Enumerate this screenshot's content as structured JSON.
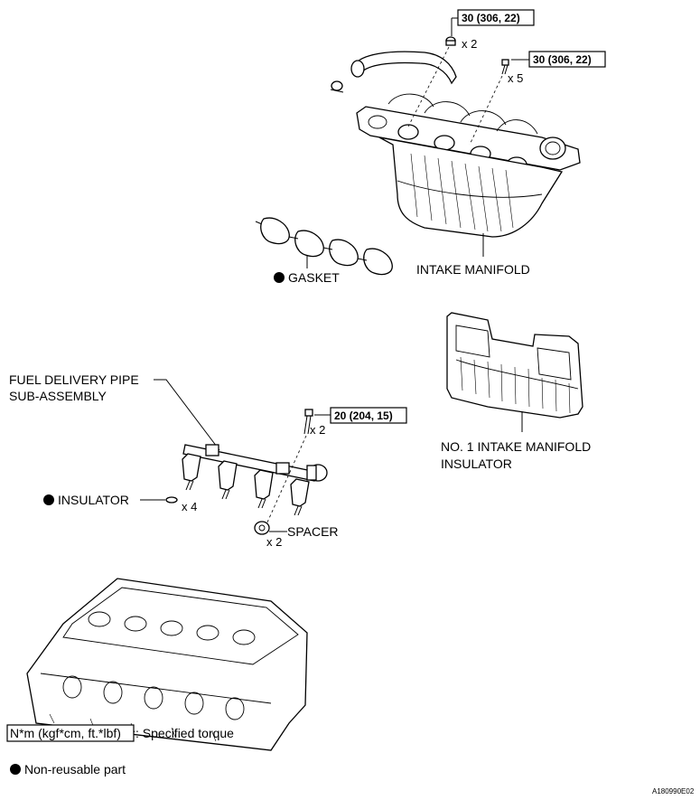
{
  "torque_labels": {
    "manifold_nut": "30 (306, 22)",
    "manifold_bolt": "30 (306, 22)",
    "delivery_pipe_bolt": "20 (204, 15)"
  },
  "quantities": {
    "nut": "x 2",
    "bolt": "x 5",
    "pipe_bolt": "x 2",
    "insulator": "x 4",
    "spacer": "x 2"
  },
  "part_labels": {
    "gasket": "GASKET",
    "intake_manifold": "INTAKE MANIFOLD",
    "insulator_line1": "NO. 1 INTAKE MANIFOLD",
    "insulator_line2": "INSULATOR",
    "fuel_pipe_line1": "FUEL DELIVERY PIPE",
    "fuel_pipe_line2": "SUB-ASSEMBLY",
    "injector_insulator": "INSULATOR",
    "spacer": "SPACER"
  },
  "legend": {
    "torque_unit": "N*m (kgf*cm, ft.*lbf)",
    "torque_text": ": Specified torque",
    "nonreusable_text": "Non-reusable part"
  },
  "figure_code": "A180990E02"
}
